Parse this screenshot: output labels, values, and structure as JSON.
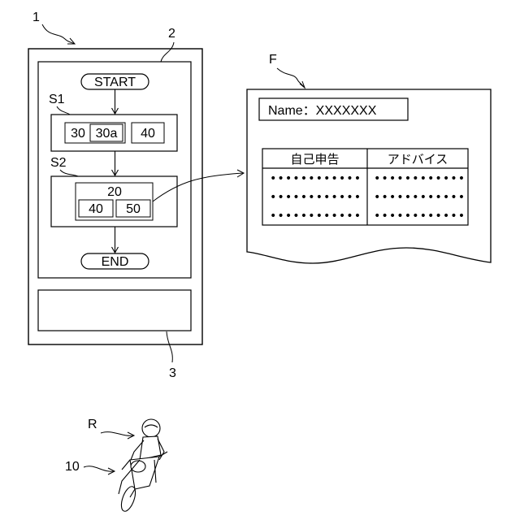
{
  "labels": {
    "device_ref": "1",
    "screen_ref": "2",
    "input_ref": "3",
    "form_ref": "F",
    "rider_ref": "R",
    "bike_ref": "10",
    "step1_ref": "S1",
    "step2_ref": "S2"
  },
  "flow": {
    "start": "START",
    "end": "END",
    "s1_items": [
      "30",
      "30a",
      "40"
    ],
    "s2_top": "20",
    "s2_items": [
      "40",
      "50"
    ]
  },
  "form": {
    "name_field": "Name：XXXXXXX",
    "columns": [
      "自己申告",
      "アドバイス"
    ],
    "dot_row": "••••••••••••"
  }
}
